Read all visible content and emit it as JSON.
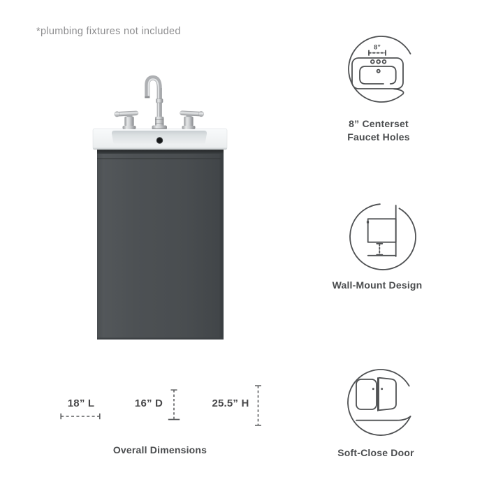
{
  "note": "*plumbing fixtures not included",
  "features": [
    {
      "name": "centerset-faucet-holes",
      "icon": "sink-top-view-icon",
      "measure": "8”",
      "label_lines": [
        "8” Centerset",
        "Faucet Holes"
      ]
    },
    {
      "name": "wall-mount-design",
      "icon": "wall-mount-icon",
      "label_lines": [
        "Wall-Mount Design"
      ]
    },
    {
      "name": "soft-close-door",
      "icon": "cabinet-door-icon",
      "label_lines": [
        "Soft-Close Door"
      ]
    }
  ],
  "dimensions": {
    "length": "18” L",
    "depth": "16” D",
    "height": "25.5” H",
    "caption": "Overall Dimensions"
  },
  "colors": {
    "cabinet_gray": "#4a4e51",
    "sink_white": "#f3f5f6",
    "icon_line": "#4e5052",
    "text_dark": "#4a4c4e",
    "text_muted": "#8d8d8f"
  }
}
